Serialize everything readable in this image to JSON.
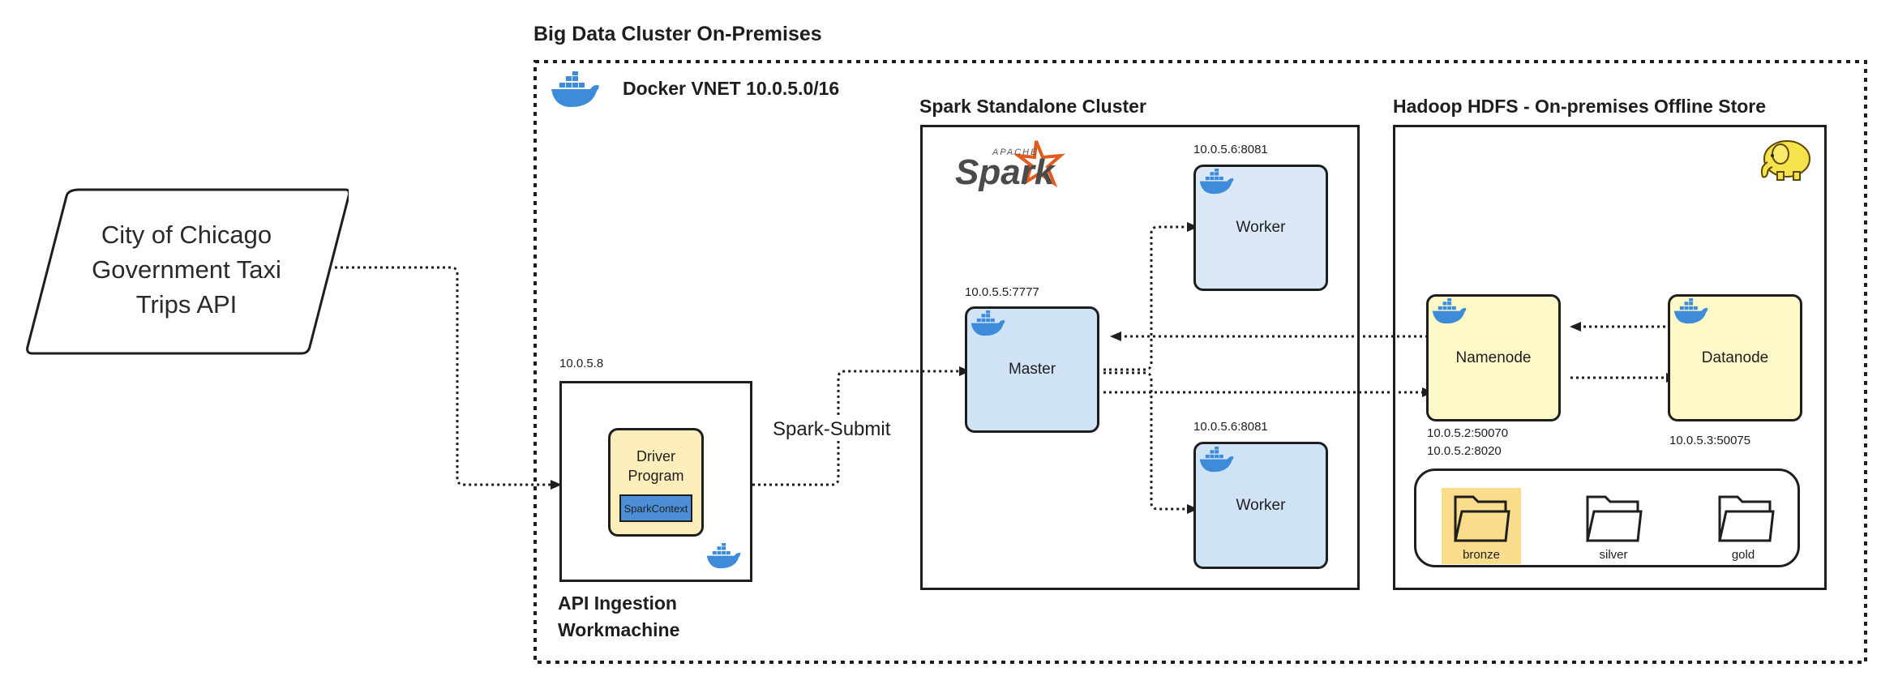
{
  "cluster_title": "Big Data Cluster On-Premises",
  "vnet_label": "Docker VNET 10.0.5.0/16",
  "source": {
    "text": "City of Chicago Government Taxi Trips API"
  },
  "ingestion": {
    "ip": "10.0.5.8",
    "driver_label": "Driver Program",
    "spark_context_label": "SparkContext",
    "title": "API Ingestion Workmachine"
  },
  "spark_submit_label": "Spark-Submit",
  "spark_cluster": {
    "title": "Spark Standalone Cluster",
    "logo_top": "APACHE",
    "logo_text": "Spark",
    "master": {
      "ip": "10.0.5.5:7777",
      "label": "Master"
    },
    "worker_top": {
      "ip": "10.0.5.6:8081",
      "label": "Worker"
    },
    "worker_bottom": {
      "ip": "10.0.5.6:8081",
      "label": "Worker"
    }
  },
  "hdfs": {
    "title": "Hadoop HDFS - On-premises Offline Store",
    "namenode": {
      "label": "Namenode",
      "ip1": "10.0.5.2:50070",
      "ip2": "10.0.5.2:8020"
    },
    "datanode": {
      "label": "Datanode",
      "ip": "10.0.5.3:50075"
    },
    "folders": [
      "bronze",
      "silver",
      "gold"
    ]
  },
  "colors": {
    "docker_blue": "#3d8bd9",
    "spark_orange": "#e25a1c",
    "hadoop_yellow": "#f6e24a",
    "highlight": "#f9dc8c"
  },
  "icons": [
    "docker-whale-icon",
    "spark-logo",
    "hadoop-elephant-icon",
    "folder-icon"
  ]
}
